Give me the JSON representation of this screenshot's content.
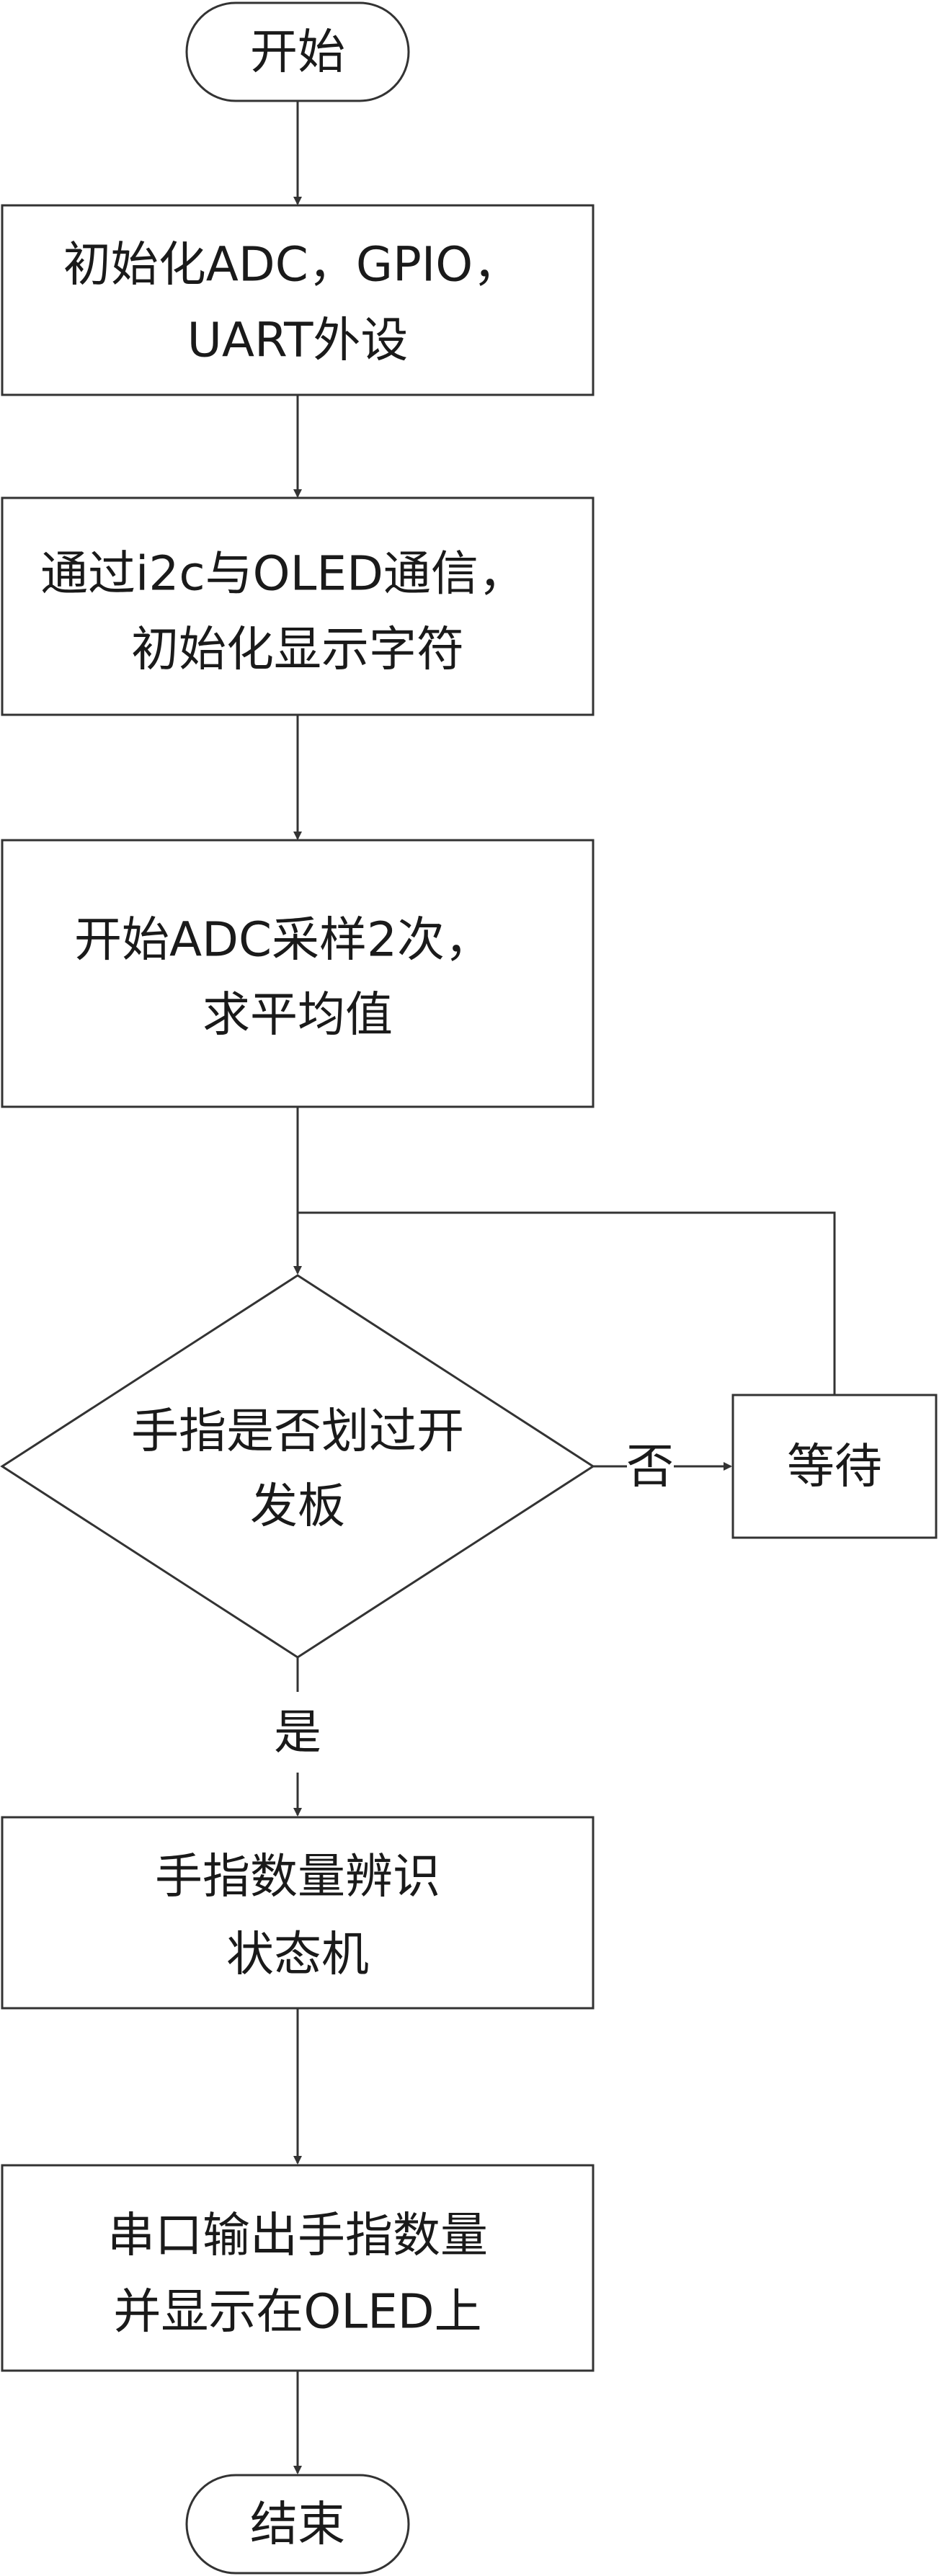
{
  "nodes": {
    "start": {
      "label": "开始"
    },
    "init_peripherals": {
      "lines": [
        "初始化ADC，GPIO，",
        "UART外设"
      ]
    },
    "i2c_oled": {
      "lines": [
        "通过i2c与OLED通信，",
        "初始化显示字符"
      ]
    },
    "adc_sample": {
      "lines": [
        "开始ADC采样2次，",
        "求平均值"
      ]
    },
    "decision": {
      "lines": [
        "手指是否划过开",
        "发板"
      ]
    },
    "wait": {
      "label": "等待"
    },
    "finger_count": {
      "lines": [
        "手指数量辨识",
        "状态机"
      ]
    },
    "serial_output": {
      "lines": [
        "串口输出手指数量",
        "并显示在OLED上"
      ]
    },
    "end": {
      "label": "结束"
    }
  },
  "edges": {
    "no_label": "否",
    "yes_label": "是"
  }
}
